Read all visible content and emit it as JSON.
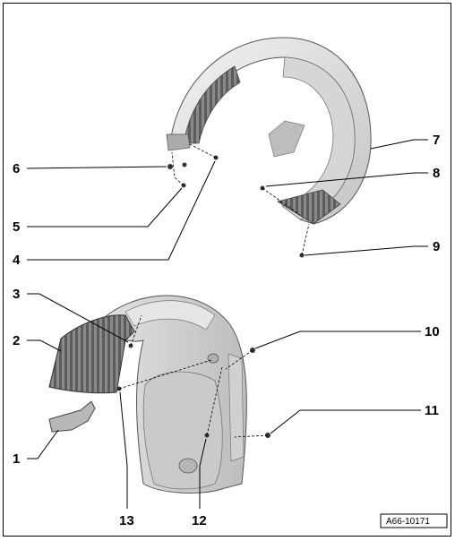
{
  "diagram": {
    "reference_code": "A66-10171",
    "callouts": [
      {
        "id": "1",
        "label": "1"
      },
      {
        "id": "2",
        "label": "2"
      },
      {
        "id": "3",
        "label": "3"
      },
      {
        "id": "4",
        "label": "4"
      },
      {
        "id": "5",
        "label": "5"
      },
      {
        "id": "6",
        "label": "6"
      },
      {
        "id": "7",
        "label": "7"
      },
      {
        "id": "8",
        "label": "8"
      },
      {
        "id": "9",
        "label": "9"
      },
      {
        "id": "10",
        "label": "10"
      },
      {
        "id": "11",
        "label": "11"
      },
      {
        "id": "12",
        "label": "12"
      },
      {
        "id": "13",
        "label": "13"
      }
    ]
  }
}
